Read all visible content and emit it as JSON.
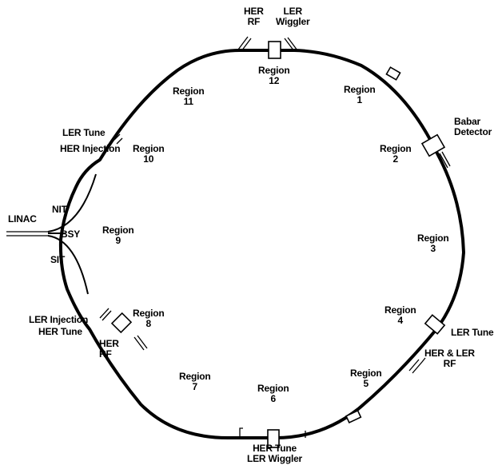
{
  "regions": [
    {
      "name": "Region",
      "num": "1"
    },
    {
      "name": "Region",
      "num": "2"
    },
    {
      "name": "Region",
      "num": "3"
    },
    {
      "name": "Region",
      "num": "4"
    },
    {
      "name": "Region",
      "num": "5"
    },
    {
      "name": "Region",
      "num": "6"
    },
    {
      "name": "Region",
      "num": "7"
    },
    {
      "name": "Region",
      "num": "8"
    },
    {
      "name": "Region",
      "num": "9"
    },
    {
      "name": "Region",
      "num": "10"
    },
    {
      "name": "Region",
      "num": "11"
    },
    {
      "name": "Region",
      "num": "12"
    }
  ],
  "labels": {
    "her_rf_top": [
      "HER",
      "RF"
    ],
    "ler_wiggler_top": [
      "LER",
      "Wiggler"
    ],
    "babar": [
      "Babar",
      "Detector"
    ],
    "ler_tune_left": "LER Tune",
    "her_injection": "HER Injection",
    "linac": "LINAC",
    "nit": "NIT",
    "bsy": "BSY",
    "sit": "SIT",
    "ler_injection": "LER Injection",
    "her_tune_left": "HER Tune",
    "her_rf_left": [
      "HER",
      "RF"
    ],
    "ler_tune_right": "LER Tune",
    "her_ler_rf": [
      "HER & LER",
      "RF"
    ],
    "bottom": [
      "HER Tune",
      "LER Wiggler"
    ]
  }
}
